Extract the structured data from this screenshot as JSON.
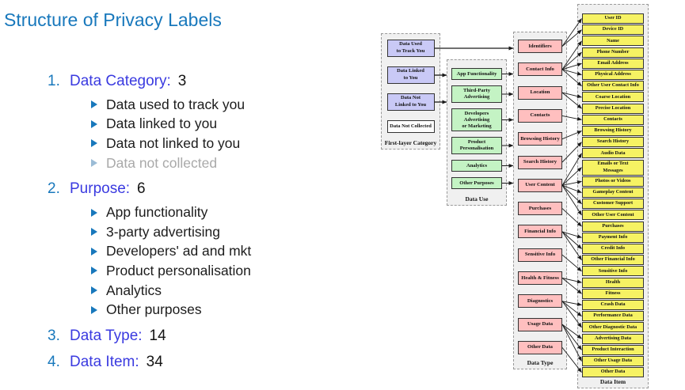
{
  "slide": {
    "title": "Structure of Privacy Labels",
    "items": [
      {
        "number": "1.",
        "label": "Data Category:",
        "value": "3",
        "bullets": [
          {
            "text": "Data used to track you",
            "muted": false
          },
          {
            "text": "Data linked to you",
            "muted": false
          },
          {
            "text": "Data not linked to you",
            "muted": false
          },
          {
            "text": "Data not collected",
            "muted": true
          }
        ]
      },
      {
        "number": "2.",
        "label": "Purpose:",
        "value": "6",
        "bullets": [
          {
            "text": "App functionality",
            "muted": false
          },
          {
            "text": "3-party advertising",
            "muted": false
          },
          {
            "text": "Developers' ad and mkt",
            "muted": false
          },
          {
            "text": "Product personalisation",
            "muted": false
          },
          {
            "text": "Analytics",
            "muted": false
          },
          {
            "text": "Other purposes",
            "muted": false
          }
        ]
      },
      {
        "number": "3.",
        "label": "Data Type:",
        "value": "14",
        "bullets": []
      },
      {
        "number": "4.",
        "label": "Data Item:",
        "value": "34",
        "bullets": []
      }
    ]
  },
  "diagram": {
    "columns": {
      "first_layer": {
        "label": "First-layer Category",
        "nodes": [
          "Data Used\nto Track You",
          "Data Linked\nto You",
          "Data Not\nLinked to You",
          "Data Not Collected"
        ]
      },
      "data_use": {
        "label": "Data Use",
        "nodes": [
          "App Functionality",
          "Third-Party\nAdvertising",
          "Developers\nAdvertising\nor Marketing",
          "Product\nPersonalisation",
          "Analytics",
          "Other Purposes"
        ]
      },
      "data_type": {
        "label": "Data Type",
        "nodes": [
          "Identifiers",
          "Contact Info",
          "Location",
          "Contacts",
          "Browsing History",
          "Search History",
          "User Content",
          "Purchases",
          "Financial Info",
          "Sensitive Info",
          "Health & Fitness",
          "Diagnostics",
          "Usage Data",
          "Other Data"
        ]
      },
      "data_item": {
        "label": "Data Item",
        "nodes": [
          "User ID",
          "Device ID",
          "Name",
          "Phone Number",
          "Email Address",
          "Physical Address",
          "Other User Contact Info",
          "Coarse Location",
          "Precise Location",
          "Contacts",
          "Browsing History",
          "Search History",
          "Audio Data",
          "Emails or Text\nMessages",
          "Photos or Videos",
          "Gameplay Content",
          "Customer Support",
          "Other User Content",
          "Purchases",
          "Payment Info",
          "Credit Info",
          "Other Financial Info",
          "Sensitive Info",
          "Health",
          "Fitness",
          "Crash Data",
          "Performance Data",
          "Other Diagnostic Data",
          "Advertising Data",
          "Product Interaction",
          "Other Usage Data",
          "Other Data"
        ]
      }
    },
    "edges": {
      "first_layer": [
        {
          "from": "Data Used to Track You",
          "to_column": "data_type"
        },
        {
          "from": "Data Linked to You",
          "to_column": "data_use"
        },
        {
          "from": "Data Not Linked to You",
          "to_column": "data_use"
        }
      ],
      "data_use_to_column": "data_type",
      "type_to_item": [
        {
          "from": "Identifiers",
          "to": [
            "User ID",
            "Device ID"
          ]
        },
        {
          "from": "Contact Info",
          "to": [
            "Name",
            "Phone Number",
            "Email Address",
            "Physical Address",
            "Other User Contact Info"
          ]
        },
        {
          "from": "Location",
          "to": [
            "Coarse Location",
            "Precise Location"
          ]
        },
        {
          "from": "Contacts",
          "to": [
            "Contacts"
          ]
        },
        {
          "from": "Browsing History",
          "to": [
            "Browsing History"
          ]
        },
        {
          "from": "Search History",
          "to": [
            "Search History"
          ]
        },
        {
          "from": "User Content",
          "to": [
            "Audio Data",
            "Emails or Text Messages",
            "Photos or Videos",
            "Gameplay Content",
            "Customer Support",
            "Other User Content"
          ]
        },
        {
          "from": "Purchases",
          "to": [
            "Purchases"
          ]
        },
        {
          "from": "Financial Info",
          "to": [
            "Payment Info",
            "Credit Info",
            "Other Financial Info"
          ]
        },
        {
          "from": "Sensitive Info",
          "to": [
            "Sensitive Info"
          ]
        },
        {
          "from": "Health & Fitness",
          "to": [
            "Health",
            "Fitness"
          ]
        },
        {
          "from": "Diagnostics",
          "to": [
            "Crash Data",
            "Performance Data",
            "Other Diagnostic Data"
          ]
        },
        {
          "from": "Usage Data",
          "to": [
            "Advertising Data",
            "Product Interaction",
            "Other Usage Data"
          ]
        },
        {
          "from": "Other Data",
          "to": [
            "Other Data"
          ]
        }
      ]
    }
  },
  "colors": {
    "title_blue": "#1878bc",
    "keyword_blue": "#3a3ae0",
    "muted_gray": "#a9a9a9",
    "first_layer_fill": "#c9c9f6",
    "not_collected_fill": "#fdfdfd",
    "data_use_fill": "#c4f3c4",
    "data_type_fill": "#ffbfbf",
    "data_item_fill": "#f6f263",
    "edge_color": "#1a1a1a"
  }
}
